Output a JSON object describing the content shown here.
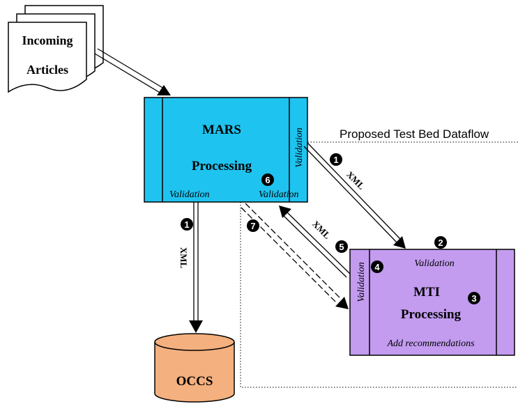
{
  "colors": {
    "mars_fill": "#1fc3ef",
    "mti_fill": "#c39cf0",
    "occs_fill": "#f4b07e",
    "line": "#000000",
    "paper": "#ffffff"
  },
  "incoming": {
    "line1": "Incoming",
    "line2": "Articles"
  },
  "mars": {
    "line1": "MARS",
    "line2": "Processing",
    "validation_bottom_left": "Validation",
    "validation_bottom_right": "Validation",
    "validation_side": "Validation"
  },
  "mti": {
    "line1": "MTI",
    "line2": "Processing",
    "validation_top": "Validation",
    "validation_side": "Validation",
    "add_recommendations": "Add recommendations"
  },
  "occs": {
    "label": "OCCS"
  },
  "testbed": {
    "label": "Proposed Test Bed Dataflow"
  },
  "xml": {
    "to_occs": "XML",
    "to_mti": "XML",
    "from_mti": "XML"
  },
  "badges": {
    "b1_occs": "1",
    "b1_mti": "1",
    "b2": "2",
    "b3": "3",
    "b4": "4",
    "b5": "5",
    "b6": "6",
    "b7": "7"
  }
}
